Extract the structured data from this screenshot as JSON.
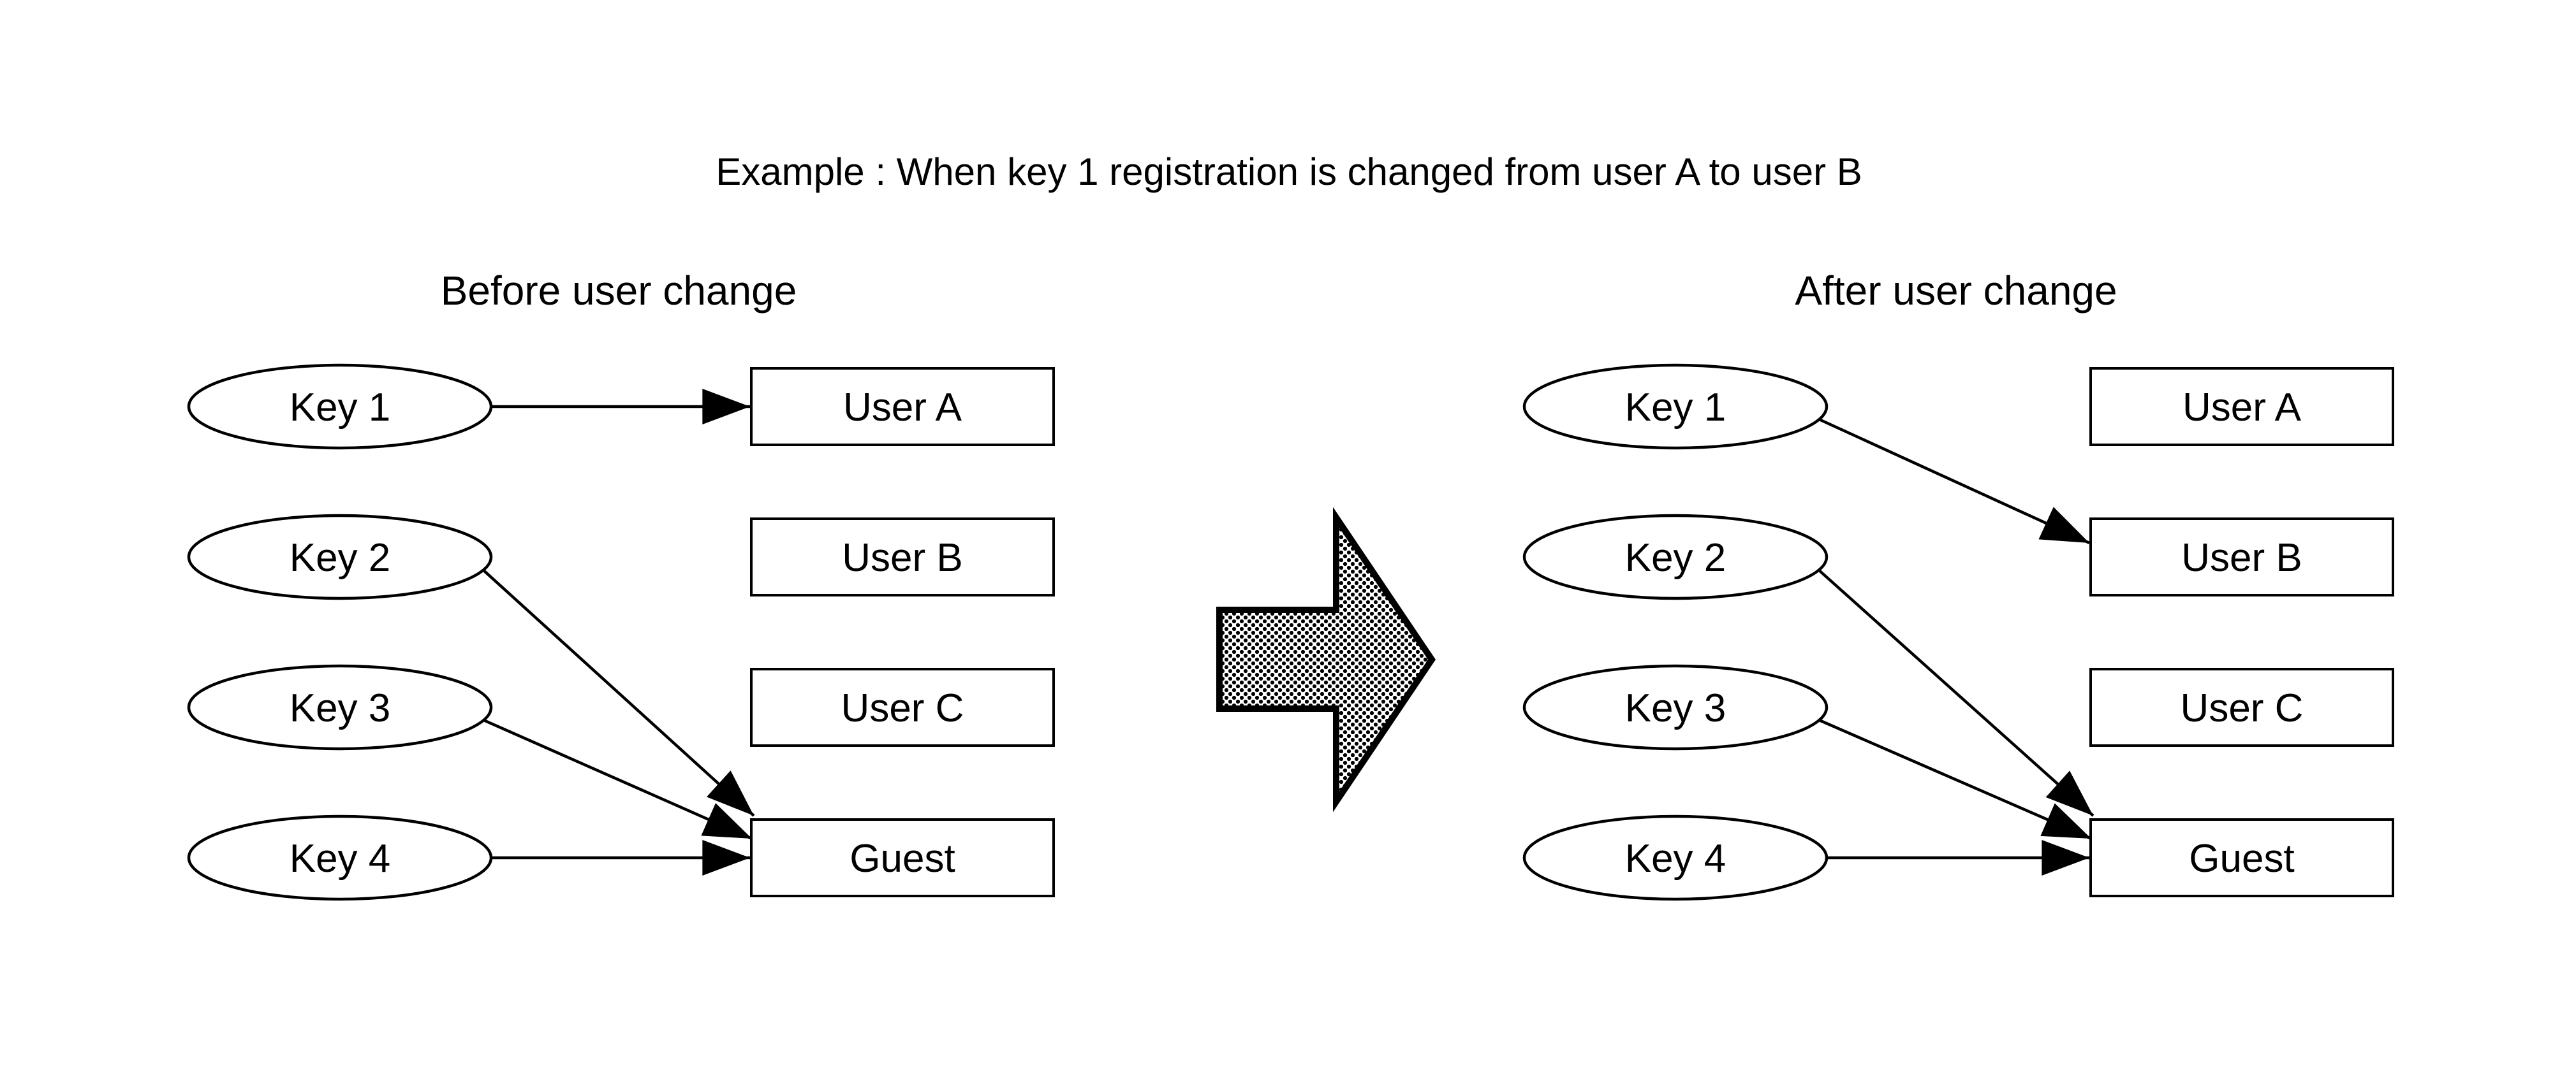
{
  "figure": {
    "title": "Example : When key 1 registration is changed from user A to user B",
    "colors": {
      "ink": "#000000",
      "background": "#ffffff"
    },
    "panels": {
      "before": {
        "label": "Before user change",
        "keys": [
          "Key 1",
          "Key 2",
          "Key 3",
          "Key 4"
        ],
        "users": [
          "User A",
          "User B",
          "User C",
          "Guest"
        ],
        "connections": [
          {
            "from": "Key 1",
            "to": "User A"
          },
          {
            "from": "Key 2",
            "to": "Guest"
          },
          {
            "from": "Key 3",
            "to": "Guest"
          },
          {
            "from": "Key 4",
            "to": "Guest"
          }
        ]
      },
      "after": {
        "label": "After user change",
        "keys": [
          "Key 1",
          "Key 2",
          "Key 3",
          "Key 4"
        ],
        "users": [
          "User A",
          "User B",
          "User C",
          "Guest"
        ],
        "connections": [
          {
            "from": "Key 1",
            "to": "User B"
          },
          {
            "from": "Key 2",
            "to": "Guest"
          },
          {
            "from": "Key 3",
            "to": "Guest"
          },
          {
            "from": "Key 4",
            "to": "Guest"
          }
        ]
      }
    },
    "transition_arrow": {
      "meaning": "before-to-after",
      "direction": "right",
      "fill_style": "halftone-dots"
    }
  }
}
